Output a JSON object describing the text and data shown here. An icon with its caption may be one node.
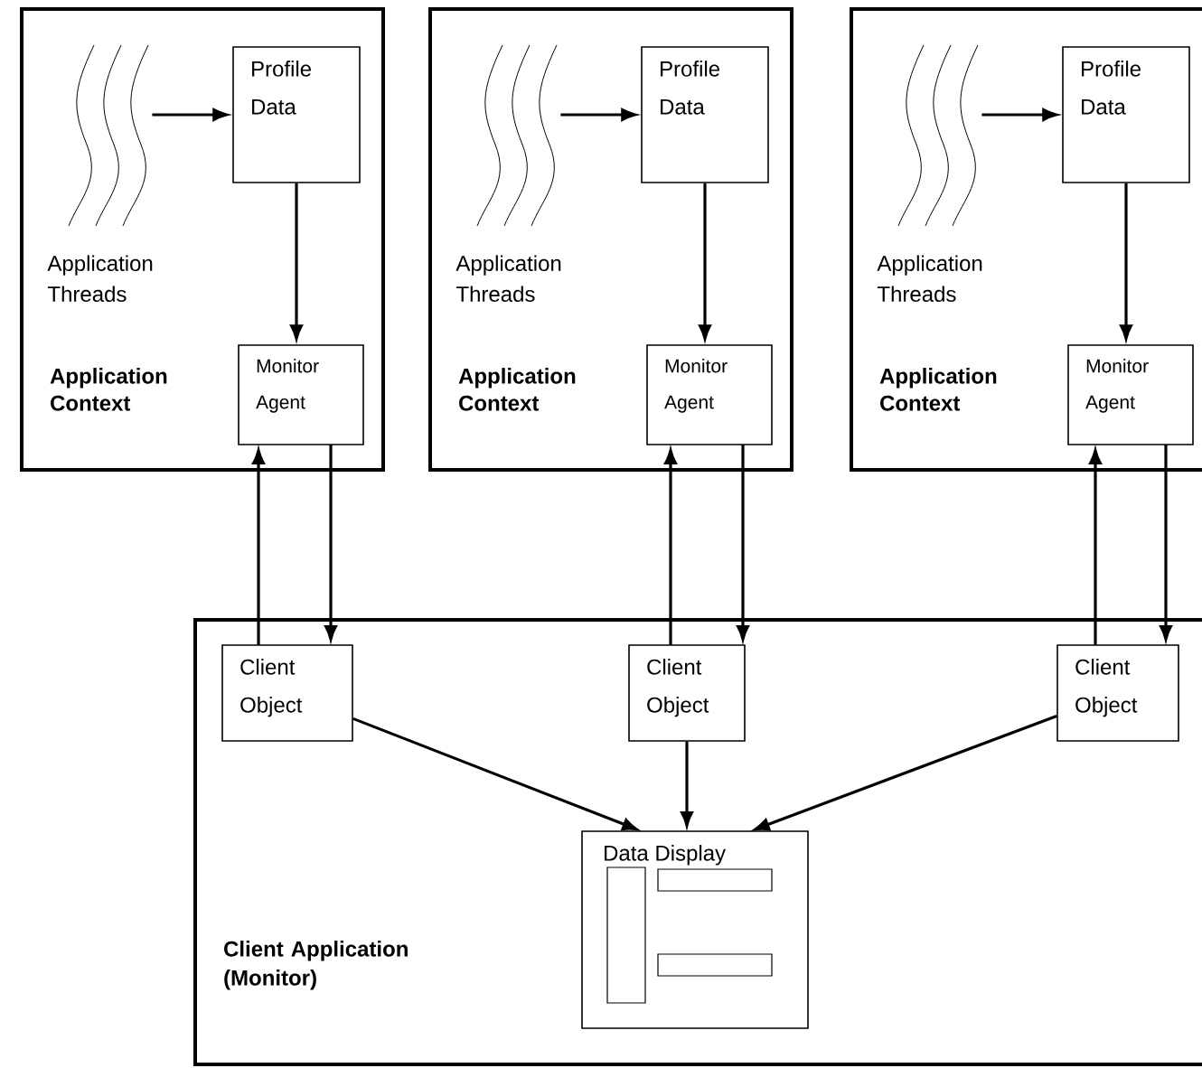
{
  "diagram": {
    "nodes": [
      {
        "text": [
          "Application Context"
        ]
      },
      {
        "text": [
          "Application Threads"
        ],
        "in": 0
      },
      {
        "text": [
          "Profile Data"
        ],
        "in": 0
      },
      {
        "text": [
          "Monitor Agent"
        ],
        "in": 0
      },
      {
        "text": [
          "Application Context"
        ]
      },
      {
        "text": [
          "Application Threads"
        ],
        "in": 4
      },
      {
        "text": [
          "Profile Data"
        ],
        "in": 4
      },
      {
        "text": [
          "Monitor Agent"
        ],
        "in": 4
      },
      {
        "text": [
          "Application Context"
        ]
      },
      {
        "text": [
          "Application Threads"
        ],
        "in": 8
      },
      {
        "text": [
          "Profile Data"
        ],
        "in": 8
      },
      {
        "text": [
          "Monitor Agent"
        ],
        "in": 8
      },
      {
        "text": [
          "Client Application (Monitor)"
        ]
      },
      {
        "text": [
          "Client Object"
        ],
        "in": 12
      },
      {
        "text": [
          "Client Object"
        ],
        "in": 12
      },
      {
        "text": [
          "Client Object"
        ],
        "in": 12
      },
      {
        "text": [
          "Data Display"
        ],
        "in": 12
      }
    ],
    "edges": [
      {
        "from": 1,
        "to": 2,
        "arrow": "to"
      },
      {
        "from": 2,
        "to": 3,
        "arrow": "to"
      },
      {
        "from": 5,
        "to": 6,
        "arrow": "to"
      },
      {
        "from": 6,
        "to": 7,
        "arrow": "to"
      },
      {
        "from": 9,
        "to": 10,
        "arrow": "to"
      },
      {
        "from": 10,
        "to": 11,
        "arrow": "to"
      },
      {
        "from": 13,
        "to": 3,
        "arrow": "to"
      },
      {
        "from": 3,
        "to": 13,
        "arrow": "to"
      },
      {
        "from": 14,
        "to": 7,
        "arrow": "to"
      },
      {
        "from": 7,
        "to": 14,
        "arrow": "to"
      },
      {
        "from": 15,
        "to": 11,
        "arrow": "to"
      },
      {
        "from": 11,
        "to": 15,
        "arrow": "to"
      },
      {
        "from": 13,
        "to": 16,
        "arrow": "to"
      },
      {
        "from": 14,
        "to": 16,
        "arrow": "to"
      },
      {
        "from": 15,
        "to": 16,
        "arrow": "to"
      }
    ]
  }
}
